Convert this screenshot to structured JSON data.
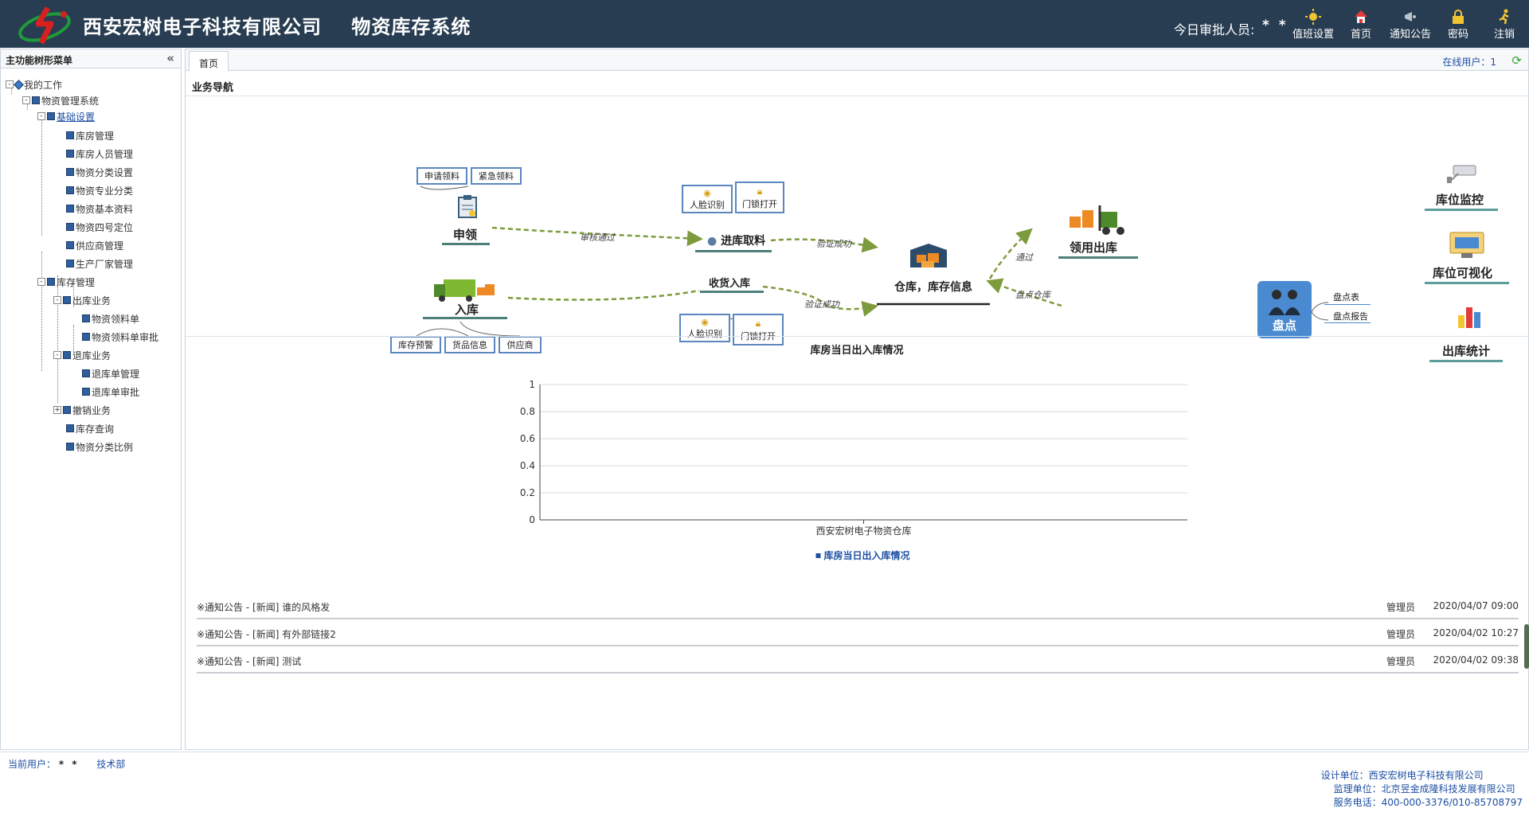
{
  "header": {
    "title": "西安宏树电子科技有限公司    物资库存系统",
    "approver_label": "今日审批人员:",
    "approver_value": "* *",
    "nav": [
      {
        "label": "值班设置",
        "icon": "sun-icon"
      },
      {
        "label": "首页",
        "icon": "home-icon"
      },
      {
        "label": "通知公告",
        "icon": "megaphone-icon"
      },
      {
        "label": "密码",
        "icon": "lock-icon"
      },
      {
        "label": "注销",
        "icon": "running-man-icon"
      }
    ]
  },
  "sidebar": {
    "title": "主功能树形菜单",
    "collapse": "«",
    "tree": [
      {
        "label": "我的工作"
      },
      {
        "label": "物资管理系统"
      },
      {
        "label": "基础设置"
      },
      {
        "label": "库房管理"
      },
      {
        "label": "库房人员管理"
      },
      {
        "label": "物资分类设置"
      },
      {
        "label": "物资专业分类"
      },
      {
        "label": "物资基本资料"
      },
      {
        "label": "物资四号定位"
      },
      {
        "label": "供应商管理"
      },
      {
        "label": "生产厂家管理"
      },
      {
        "label": "库存管理"
      },
      {
        "label": "出库业务"
      },
      {
        "label": "物资领料单"
      },
      {
        "label": "物资领料单审批"
      },
      {
        "label": "退库业务"
      },
      {
        "label": "退库单管理"
      },
      {
        "label": "退库单审批"
      },
      {
        "label": "撤销业务"
      },
      {
        "label": "库存查询"
      },
      {
        "label": "物资分类比例"
      }
    ]
  },
  "content": {
    "tab": "首页",
    "online_label": "在线用户：1",
    "refresh_icon": "refresh-icon",
    "section_title": "业务导航"
  },
  "flow": {
    "apply_boxes": [
      "申请领料",
      "紧急领料"
    ],
    "apply": "申领",
    "inbound": "入库",
    "inbound_boxes": [
      "库存预警",
      "货品信息",
      "供应商"
    ],
    "audit_pass": "审核通过",
    "enter_take": "进库取料",
    "enter_boxes": [
      "人脸识别",
      "门锁打开"
    ],
    "receive": "收货入库",
    "receive_boxes": [
      "人脸识别",
      "门锁打开"
    ],
    "verify_ok": "验证成功",
    "verify_ok2": "验证成功",
    "warehouse": "仓库，库存信息",
    "pass": "通过",
    "check_warehouse": "盘点仓库",
    "outbound": "领用出库",
    "inventory": "盘点",
    "inventory_items": [
      "盘点表",
      "盘点报告"
    ],
    "monitor": "库位监控",
    "visual": "库位可视化",
    "stats": "出库统计"
  },
  "chart_data": {
    "type": "bar",
    "title": "库房当日出入库情况",
    "categories": [
      "西安宏树电子物资仓库"
    ],
    "series": [
      {
        "name": "库房当日出入库情况",
        "values": []
      }
    ],
    "yticks": [
      "0",
      "0.2",
      "0.4",
      "0.6",
      "0.8",
      "1"
    ],
    "ylim": [
      0,
      1
    ],
    "grid": true,
    "legend_position": "bottom",
    "legend_color": "#1d4fa3"
  },
  "news": [
    {
      "text": "※通知公告 - [新闻] 谁的风格发",
      "author": "管理员",
      "date": "2020/04/07 09:00"
    },
    {
      "text": "※通知公告 - [新闻] 有外部链接2",
      "author": "管理员",
      "date": "2020/04/02 10:27"
    },
    {
      "text": "※通知公告 - [新闻] 测试",
      "author": "管理员",
      "date": "2020/04/02 09:38"
    }
  ],
  "footer": {
    "current_user_label": "当前用户：",
    "current_user_value": "* *",
    "department": "技术部",
    "design": "设计单位：西安宏树电子科技有限公司",
    "supervise": "监理单位：北京昱金成隆科技发展有限公司",
    "service": "服务电话：400-000-3376/010-85708797"
  }
}
